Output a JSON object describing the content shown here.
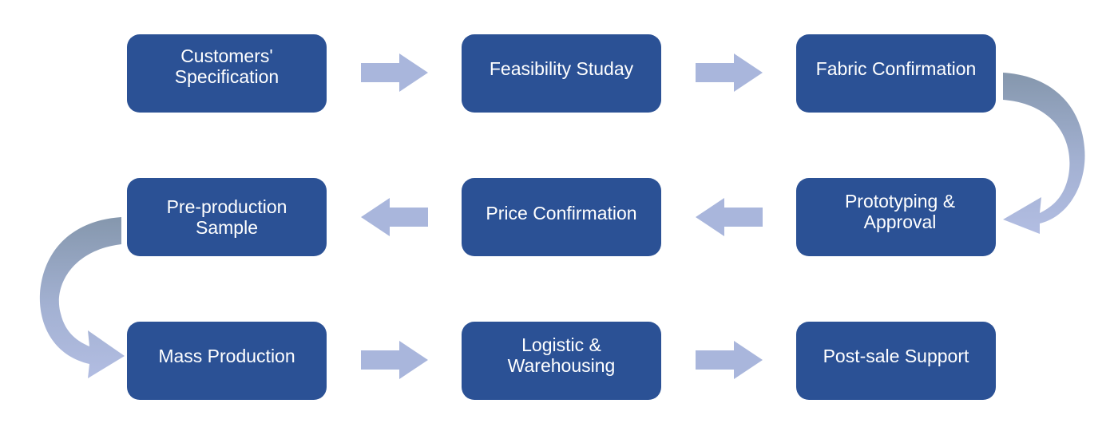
{
  "steps": [
    {
      "id": 1,
      "label": "Customers'\nSpecification"
    },
    {
      "id": 2,
      "label": "Feasibility Studay"
    },
    {
      "id": 3,
      "label": "Fabric Confirmation"
    },
    {
      "id": 4,
      "label": "Prototyping &\nApproval"
    },
    {
      "id": 5,
      "label": "Price Confirmation"
    },
    {
      "id": 6,
      "label": "Pre-production\nSample"
    },
    {
      "id": 7,
      "label": "Mass Production"
    },
    {
      "id": 8,
      "label": "Logistic &\nWarehousing"
    },
    {
      "id": 9,
      "label": "Post-sale Support"
    }
  ],
  "colors": {
    "box": "#2b5195",
    "text": "#ffffff",
    "arrow": "#a9b6dc",
    "curve_light": "#adb9de",
    "curve_dark": "#8597ad"
  }
}
